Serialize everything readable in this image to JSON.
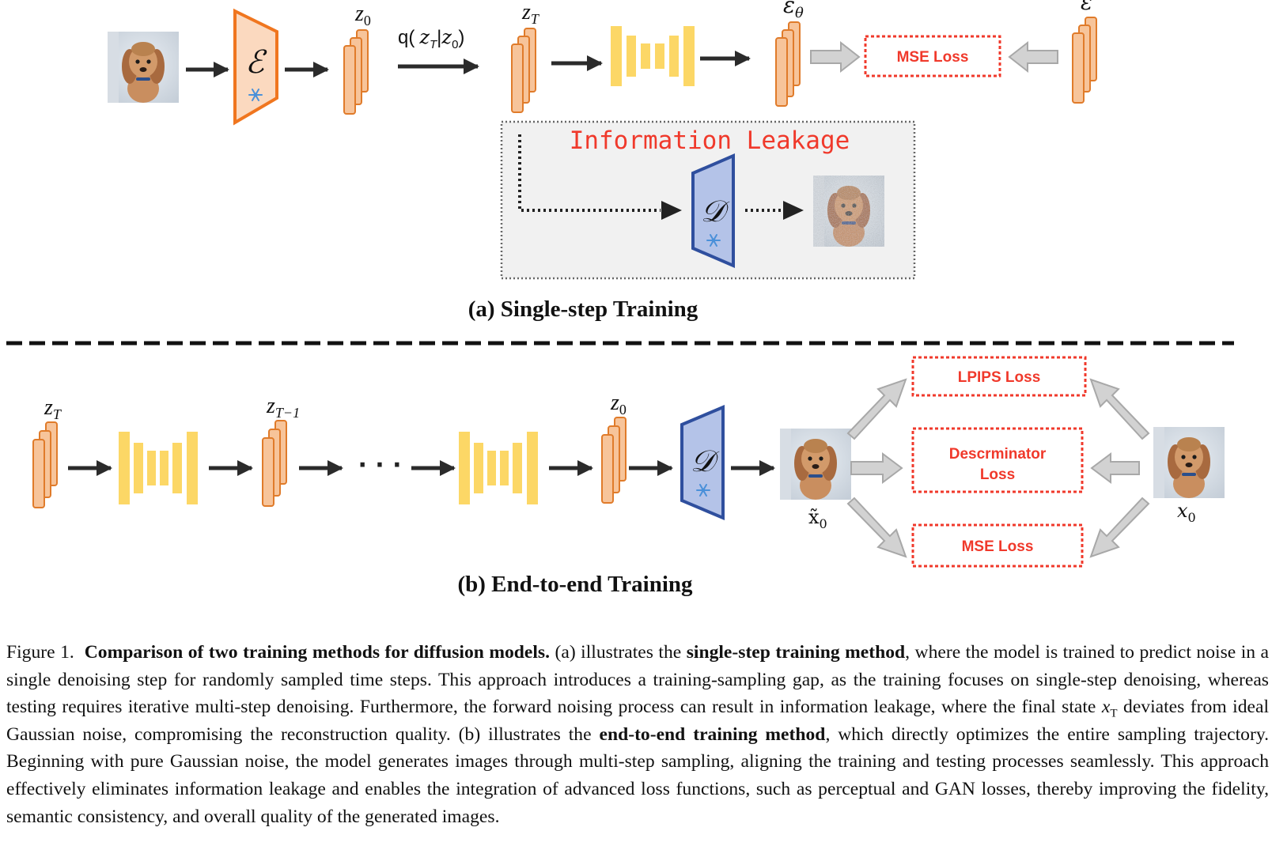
{
  "panel_a": {
    "caption": "(a) Single-step Training",
    "encoder_symbol": "ℰ",
    "decoder_symbol": "𝒟",
    "z0": {
      "base": "z",
      "sub": "0"
    },
    "zT": {
      "base": "z",
      "sub": "T"
    },
    "eps_theta": {
      "base": "ε",
      "sub": "θ"
    },
    "eps": "ε",
    "q_label": {
      "prefix": "q(",
      "z": "z",
      "zsub": "T",
      "bar": "|",
      "z2": "z",
      "z2sub": "0",
      "close": ")"
    },
    "mse_loss": "MSE Loss",
    "leakage_title": "Information Leakage"
  },
  "panel_b": {
    "caption": "(b) End-to-end Training",
    "zT": {
      "base": "z",
      "sub": "T"
    },
    "zT1": {
      "base": "z",
      "sub": "T−1"
    },
    "z0": {
      "base": "z",
      "sub": "0"
    },
    "decoder_symbol": "𝒟",
    "dots": "· · ·",
    "x0_tilde": {
      "base": "x̃",
      "sub": "0"
    },
    "x0": {
      "base": "x",
      "sub": "0"
    },
    "lpips_loss": "LPIPS Loss",
    "disc_loss_line1": "Descrminator",
    "disc_loss_line2": "Loss",
    "mse_loss": "MSE Loss"
  },
  "snowflake": "❄",
  "caption": {
    "fig_label": "Figure 1.",
    "title": "Comparison of two training methods for diffusion models.",
    "t1": "(a) illustrates the",
    "b1": "single-step training method",
    "t2": ", where the model is trained to predict noise in a single denoising step for randomly sampled time steps. This approach introduces a training-sampling gap, as the training focuses on single-step denoising, whereas testing requires iterative multi-step denoising. Furthermore, the forward noising process can result in information leakage, where the final state",
    "math_x": "x",
    "math_sub": "T",
    "t3": "deviates from ideal Gaussian noise, compromising the reconstruction quality. (b) illustrates the",
    "b2": "end-to-end training method",
    "t4": ", which directly optimizes the entire sampling trajectory. Beginning with pure Gaussian noise, the model generates images through multi-step sampling, aligning the training and testing processes seamlessly. This approach effectively eliminates information leakage and enables the integration of advanced loss functions, such as perceptual and GAN losses, thereby improving the fidelity, semantic consistency, and overall quality of the generated images."
  },
  "colors": {
    "latent_fill": "#f7c49a",
    "latent_stroke": "#e07b2a",
    "encoder_fill": "#fbd9bf",
    "encoder_stroke": "#f0761f",
    "decoder_fill": "#b4c3e8",
    "decoder_stroke": "#2f4f9e",
    "unet": "#fcd766",
    "loss_red": "#f0392b",
    "arrow_dark": "#2b2b2b",
    "arrow_gray": "#cfcfcf",
    "leak_bg": "#f1f1f1"
  }
}
